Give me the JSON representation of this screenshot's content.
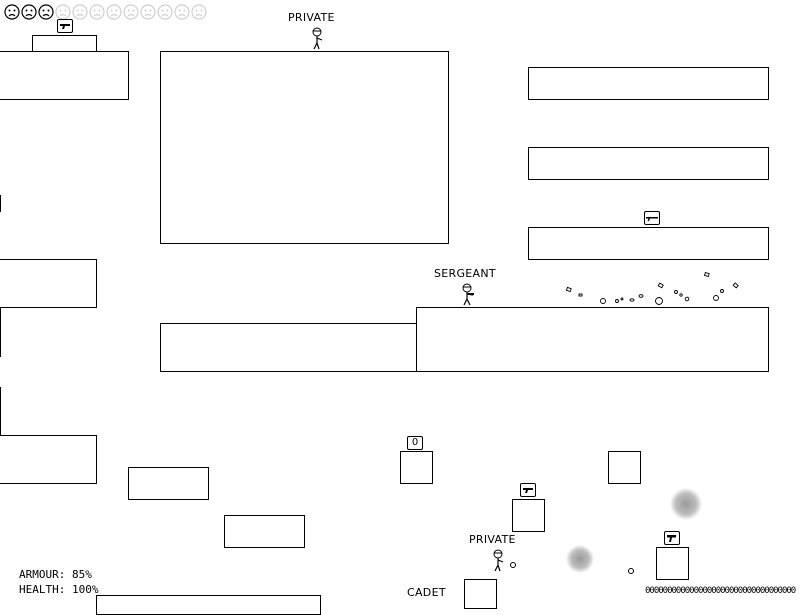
{
  "lives": {
    "total": 12,
    "lost": 3,
    "lost_face": "sad-face-icon",
    "remaining_face": "faded-sad-face-icon"
  },
  "soldiers": {
    "top": {
      "rank": "PRIVATE"
    },
    "middle": {
      "rank": "SERGEANT"
    },
    "bottom": {
      "rank": "PRIVATE"
    },
    "cadet": {
      "rank": "CADET"
    }
  },
  "pickups": {
    "armour_crate": {
      "label": "0",
      "icon": "armour-icon"
    },
    "weapon_icons": [
      "pistol-icon",
      "shotgun-icon",
      "pistol-icon",
      "pistol-icon"
    ]
  },
  "hud": {
    "armour_label": "ARMOUR:",
    "armour_value": "85%",
    "health_label": "HEALTH:",
    "health_value": "100%"
  },
  "ammo": {
    "display": "0000000000000000000000000000000000"
  }
}
